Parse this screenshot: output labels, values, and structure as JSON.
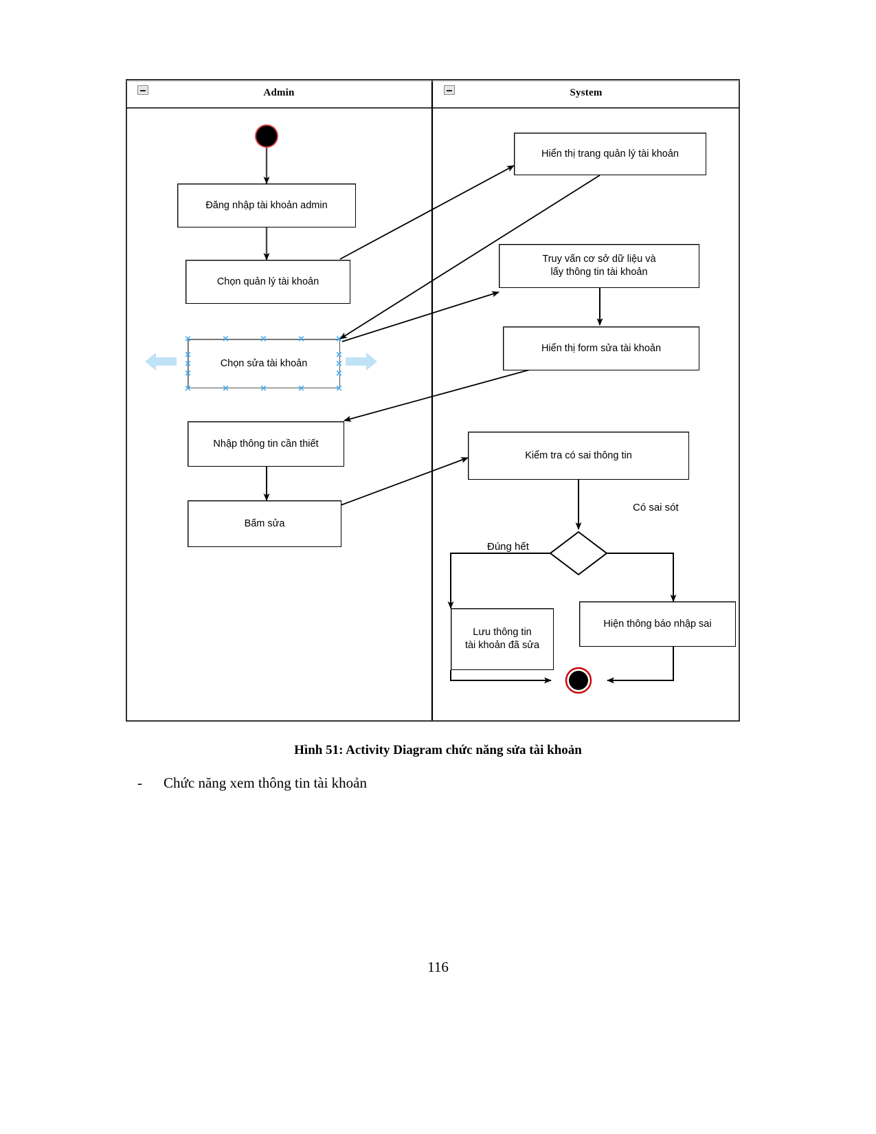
{
  "document": {
    "caption": "Hình 51: Activity Diagram chức năng sửa tài khoản",
    "bullet_dash": "-",
    "bullet_text": "Chức năng xem thông tin tài khoản",
    "page_number": "116"
  },
  "diagram": {
    "type": "uml-activity-diagram",
    "lanes": [
      {
        "id": "admin",
        "title": "Admin",
        "collapse_icon": "minus-icon"
      },
      {
        "id": "system",
        "title": "System",
        "collapse_icon": "minus-icon"
      }
    ],
    "nodes": [
      {
        "id": "start",
        "lane": "admin",
        "kind": "initial-node",
        "label": ""
      },
      {
        "id": "login",
        "lane": "admin",
        "kind": "action",
        "label": "Đăng nhập tài khoản admin"
      },
      {
        "id": "choose-manage",
        "lane": "admin",
        "kind": "action",
        "label": "Chọn quản lý tài khoản"
      },
      {
        "id": "choose-edit",
        "lane": "admin",
        "kind": "action",
        "label": "Chọn sửa tài khoản",
        "selected": true
      },
      {
        "id": "enter-info",
        "lane": "admin",
        "kind": "action",
        "label": "Nhập thông tin cần thiết"
      },
      {
        "id": "click-edit",
        "lane": "admin",
        "kind": "action",
        "label": "Bấm sửa"
      },
      {
        "id": "show-manage",
        "lane": "system",
        "kind": "action",
        "label": "Hiển thị trang quản lý tài khoản"
      },
      {
        "id": "query-db",
        "lane": "system",
        "kind": "action",
        "label": "Truy vấn cơ sở dữ liệu và lấy thông tin tài khoản",
        "line1": "Truy vấn cơ sở dữ liệu và",
        "line2": "lấy thông tin tài khoản"
      },
      {
        "id": "show-form",
        "lane": "system",
        "kind": "action",
        "label": "Hiển thị form sửa tài khoản"
      },
      {
        "id": "check-info",
        "lane": "system",
        "kind": "action",
        "label": "Kiểm tra có sai thông tin"
      },
      {
        "id": "decision",
        "lane": "system",
        "kind": "decision",
        "label": ""
      },
      {
        "id": "save-info",
        "lane": "system",
        "kind": "action",
        "label": "Lưu thông tin tài khoản đã sửa",
        "line1": "Lưu thông tin",
        "line2": "tài khoản đã sửa"
      },
      {
        "id": "show-error",
        "lane": "system",
        "kind": "action",
        "label": "Hiện thông báo nhập sai"
      },
      {
        "id": "end",
        "lane": "system",
        "kind": "final-node",
        "label": ""
      }
    ],
    "edge_labels": [
      {
        "id": "branch-ok",
        "text": "Đúng hết"
      },
      {
        "id": "branch-error",
        "text": "Có sai sót"
      }
    ],
    "selection": {
      "target": "choose-edit",
      "handle_icon": "resize-handle-x-icon",
      "handle_color": "#3FA9F5",
      "arrow_color": "#BFE2F7",
      "left_arrow_icon": "resize-arrow-left-icon",
      "right_arrow_icon": "resize-arrow-right-icon"
    },
    "colors": {
      "node_border": "#000000",
      "node_fill": "#FFFFFF",
      "lane_border": "#000000",
      "initial_node": "#000000",
      "final_node_ring": "#CC0000",
      "edge": "#000000"
    }
  }
}
